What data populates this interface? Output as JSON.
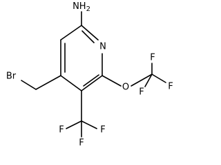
{
  "molecule": {
    "labels": {
      "amine": "NH2",
      "ring_nitrogen": "N",
      "bromine": "Br",
      "ether_oxygen": "O",
      "f_ocf3_top": "F",
      "f_ocf3_right": "F",
      "f_ocf3_bottom": "F",
      "f_cf3_left": "F",
      "f_cf3_right": "F",
      "f_cf3_bottom": "F"
    },
    "colors": {
      "bond": "#000000",
      "text": "#000000",
      "background": "#ffffff"
    }
  }
}
